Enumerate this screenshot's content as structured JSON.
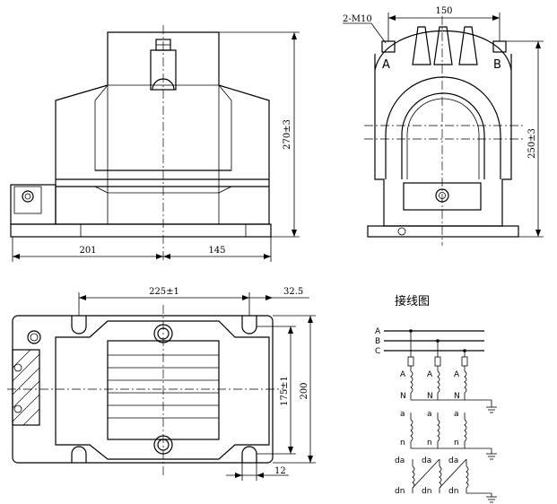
{
  "front_view": {
    "dim_height": "270±3",
    "dim_left": "201",
    "dim_right": "145"
  },
  "side_view": {
    "bolt_label": "2-M10",
    "dim_width": "150",
    "dim_height": "250±3",
    "terminal_a": "A",
    "terminal_b": "B"
  },
  "top_view": {
    "dim_hole_spacing": "225±1",
    "dim_edge": "32.5",
    "dim_inner": "175±1",
    "dim_outer": "200",
    "dim_slot": "12"
  },
  "wiring": {
    "title": "接线图",
    "phase_a": "A",
    "phase_b": "B",
    "phase_c": "C",
    "primary_top": [
      "A",
      "A",
      "A"
    ],
    "primary_bottom": [
      "N",
      "N",
      "N"
    ],
    "sec_top": [
      "a",
      "a",
      "a"
    ],
    "sec_bottom": [
      "n",
      "n",
      "n"
    ],
    "res_top": [
      "da",
      "da",
      "da"
    ],
    "res_bottom": [
      "dn",
      "dn",
      "dn"
    ]
  }
}
